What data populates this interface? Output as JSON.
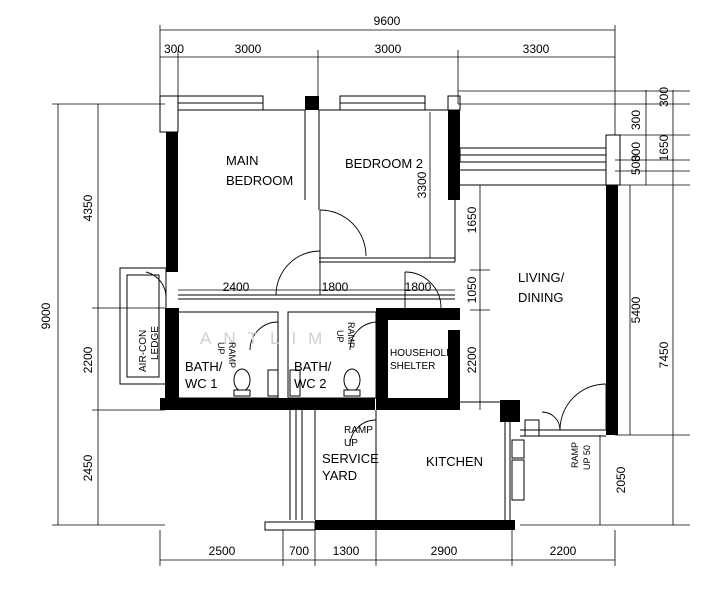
{
  "rooms": {
    "main_bedroom_1": "MAIN",
    "main_bedroom_2": "BEDROOM",
    "bedroom2": "BEDROOM  2",
    "living_1": "LIVING/",
    "living_2": "DINING",
    "aircon_1": "AIR-CON",
    "aircon_2": "LEDGE",
    "bath1_1": "BATH/",
    "bath1_2": "WC  1",
    "bath2_1": "BATH/",
    "bath2_2": "WC  2",
    "shelter_1": "HOUSEHOLD",
    "shelter_2": "SHELTER",
    "service_1": "SERVICE",
    "service_2": "YARD",
    "kitchen": "KITCHEN"
  },
  "ramps": {
    "bath1_a": "RAMP",
    "bath1_b": "UP",
    "bath2_a": "RAMP",
    "bath2_b": "UP",
    "service_a": "RAMP",
    "service_b": "UP",
    "entry_a": "RAMP",
    "entry_b": "UP 50"
  },
  "dimensions": {
    "overall_width": "9600",
    "top_300": "300",
    "top_3000_a": "3000",
    "top_3000_b": "3000",
    "top_3300": "3300",
    "left_overall": "9000",
    "left_4350": "4350",
    "left_2200": "2200",
    "left_2450": "2450",
    "bottom_2500": "2500",
    "bottom_700": "700",
    "bottom_1300": "1300",
    "bottom_2900": "2900",
    "bottom_2200": "2200",
    "right_300a": "300",
    "right_300b": "300",
    "right_1650": "1650",
    "right_500": "500",
    "right_300c": "300",
    "right_5400": "5400",
    "right_7450": "7450",
    "right_2050": "2050",
    "bedroom2_3300": "3300",
    "mid_1650": "1650",
    "mid_1050": "1050",
    "mid_2200": "2200",
    "corr_2400": "2400",
    "corr_1800a": "1800",
    "corr_1800b": "1800"
  },
  "watermark": "ANTLIM"
}
